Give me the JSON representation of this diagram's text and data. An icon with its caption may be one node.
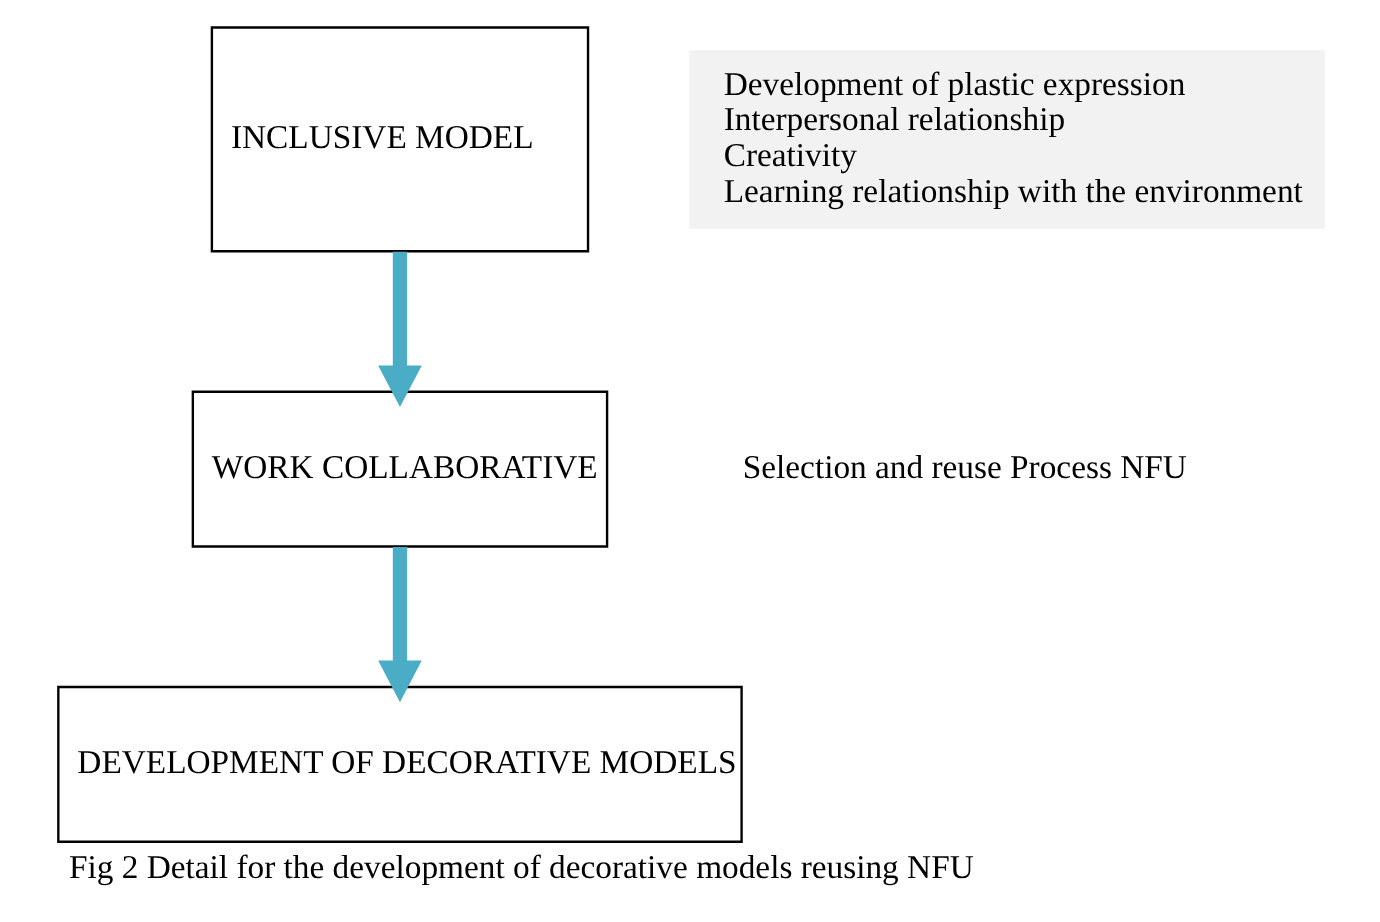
{
  "diagram": {
    "caption": "Fig 2 Detail for the development of decorative models reusing NFU",
    "nodes": [
      {
        "text": [
          "INCLUSIVE MODEL"
        ]
      },
      {
        "text": [
          "Development of plastic expression",
          "Interpersonal relationship",
          "Creativity",
          "Learning relationship with the environment"
        ]
      },
      {
        "text": [
          "WORK COLLABORATIVE"
        ]
      },
      {
        "text": [
          "Selection and reuse Process NFU"
        ]
      },
      {
        "text": [
          "DEVELOPMENT OF DECORATIVE MODELS"
        ]
      }
    ],
    "edges": [
      {
        "from": 0,
        "to": 2,
        "arrow": "to",
        "color": "#4bacc6"
      },
      {
        "from": 2,
        "to": 4,
        "arrow": "to",
        "color": "#4bacc6"
      }
    ]
  }
}
